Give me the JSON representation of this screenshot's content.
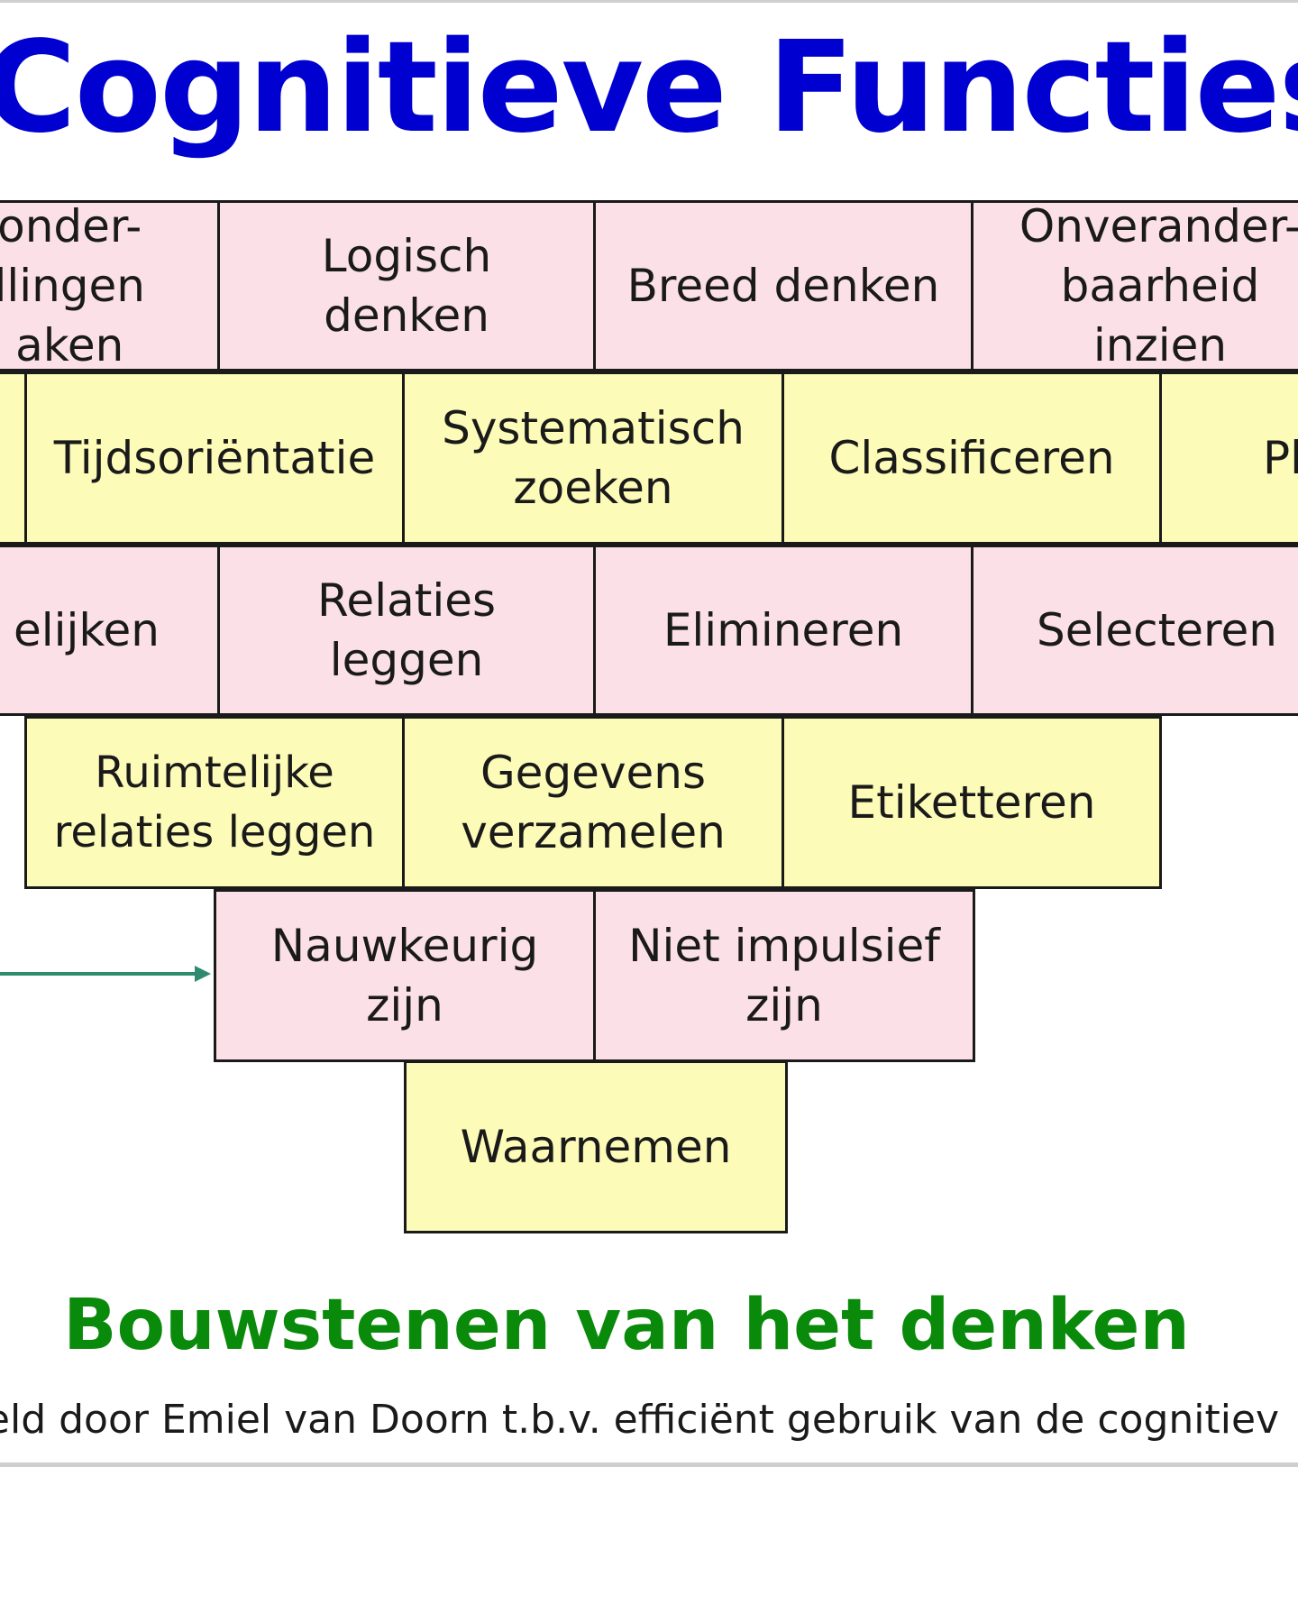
{
  "title": "Cognitieve Functies",
  "subtitle": "Bouwstenen van het denken",
  "footer": "keld door Emiel van Doorn t.b.v. efficiënt gebruik van de cognitiev",
  "colors": {
    "title": "#0000d0",
    "subtitle": "#0a8a0a",
    "pink_block": "#fbe0e7",
    "yellow_block": "#fdfbb8",
    "arrow": "#2e8b6e"
  },
  "rows": [
    {
      "color": "pink",
      "blocks": [
        {
          "label": "onder-\nllingen\naken"
        },
        {
          "label": "Logisch\ndenken"
        },
        {
          "label": "Breed denken"
        },
        {
          "label": "Onverander-\nbaarheid\ninzien"
        }
      ]
    },
    {
      "color": "yellow",
      "blocks": [
        {
          "label": ""
        },
        {
          "label": "Tijdsoriëntatie"
        },
        {
          "label": "Systematisch\nzoeken"
        },
        {
          "label": "Classificeren"
        },
        {
          "label": "Pl"
        }
      ]
    },
    {
      "color": "pink",
      "blocks": [
        {
          "label": "elijken"
        },
        {
          "label": "Relaties\nleggen"
        },
        {
          "label": "Elimineren"
        },
        {
          "label": "Selecteren"
        }
      ]
    },
    {
      "color": "yellow",
      "blocks": [
        {
          "label": "Ruimtelijke\nrelaties leggen"
        },
        {
          "label": "Gegevens\nverzamelen"
        },
        {
          "label": "Etiketteren"
        }
      ]
    },
    {
      "color": "pink",
      "blocks": [
        {
          "label": "Nauwkeurig\nzijn"
        },
        {
          "label": "Niet impulsief\nzijn"
        }
      ]
    },
    {
      "color": "yellow",
      "blocks": [
        {
          "label": "Waarnemen"
        }
      ]
    }
  ]
}
